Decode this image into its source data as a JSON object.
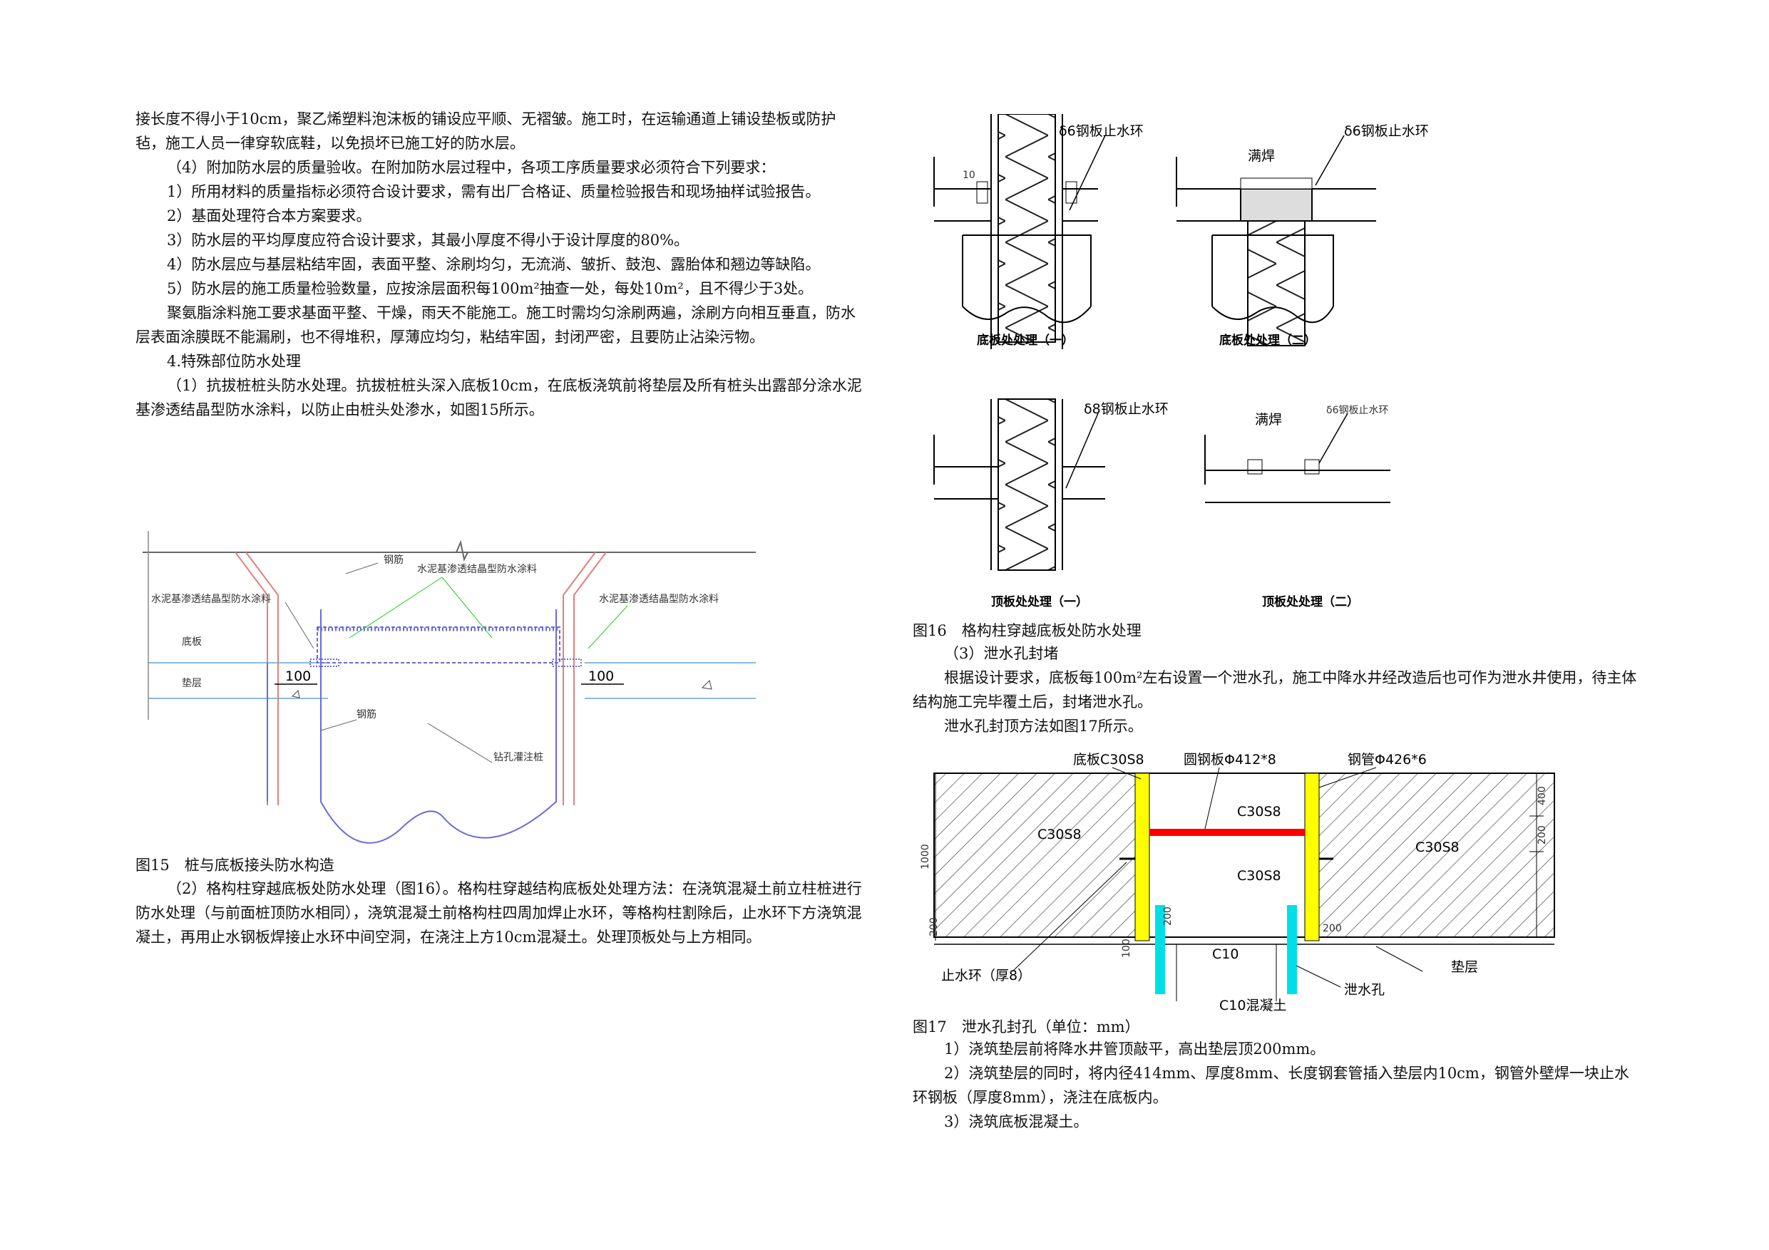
{
  "left": {
    "paras": [
      "接长度不得小于10cm，聚乙烯塑料泡沫板的铺设应平顺、无褶皱。施工时，在运输通道上铺设垫板或防护毡，施工人员一律穿软底鞋，以免损坏已施工好的防水层。",
      "（4）附加防水层的质量验收。在附加防水层过程中，各项工序质量要求必须符合下列要求：",
      "1）所用材料的质量指标必须符合设计要求，需有出厂合格证、质量检验报告和现场抽样试验报告。",
      "2）基面处理符合本方案要求。",
      "3）防水层的平均厚度应符合设计要求，其最小厚度不得小于设计厚度的80%。",
      "4）防水层应与基层粘结牢固，表面平整、涂刷均匀，无流淌、皱折、鼓泡、露胎体和翘边等缺陷。",
      "5）防水层的施工质量检验数量，应按涂层面积每100m²抽查一处，每处10m²，且不得少于3处。",
      "聚氨脂涂料施工要求基面平整、干燥，雨天不能施工。施工时需均匀涂刷两遍，涂刷方向相互垂直，防水层表面涂膜既不能漏刷，也不得堆积，厚薄应均匀，粘结牢固，封闭严密，且要防止沾染污物。",
      "4.特殊部位防水处理",
      "（1）抗拔桩桩头防水处理。抗拔桩桩头深入底板10cm，在底板浇筑前将垫层及所有桩头出露部分涂水泥基渗透结晶型防水涂料，以防止由桩头处渗水，如图15所示。"
    ],
    "fig15": {
      "label_rebar_top": "钢筋",
      "label_coating_center": "水泥基渗透结晶型防水涂料",
      "label_coating_left": "水泥基渗透结晶型防水涂料",
      "label_coating_right": "水泥基渗透结晶型防水涂料",
      "label_slab": "底板",
      "label_cushion": "垫层",
      "dim_left": "100",
      "dim_right": "100",
      "label_rebar_mid": "钢筋",
      "label_pile": "钻孔灌注桩",
      "caption": "图15　桩与底板接头防水构造"
    },
    "paras2": [
      "（2）格构柱穿越底板处防水处理（图16）。格构柱穿越结构底板处处理方法：在浇筑混凝土前立柱桩进行防水处理（与前面桩顶防水相同），浇筑混凝土前格构柱四周加焊止水环，等格构柱割除后，止水环下方浇筑混凝土，再用止水钢板焊接止水环中间空洞，在浇注上方10cm混凝土。处理顶板处与上方相同。"
    ]
  },
  "right": {
    "fig16": {
      "a_label": "δ6钢板止水环",
      "a_caption": "底板处处理（一）",
      "b_label": "δ6钢板止水环",
      "b_weld": "满焊",
      "b_caption": "底板处处理（二）",
      "c_label": "δ8钢板止水环",
      "c_caption": "顶板处处理（一）",
      "d_weld": "满焊",
      "d_label": "δ6钢板止水环",
      "d_caption": "顶板处处理（二）",
      "dim10": "10",
      "caption": "图16　格构柱穿越底板处防水处理"
    },
    "paras": [
      "（3）泄水孔封堵",
      "根据设计要求，底板每100m²左右设置一个泄水孔，施工中降水井经改造后也可作为泄水井使用，待主体结构施工完毕覆土后，封堵泄水孔。",
      "泄水孔封顶方法如图17所示。"
    ],
    "fig17": {
      "label_slab": "底板C30S8",
      "label_plate": "圆钢板Φ412*8",
      "label_pipe": "钢管Φ426*6",
      "label_c30_left": "C30S8",
      "label_c30_top": "C30S8",
      "label_c30_mid": "C30S8",
      "label_c30_right": "C30S8",
      "label_c10": "C10",
      "label_ring": "止水环（厚8）",
      "label_cushion": "垫层",
      "label_drain": "泄水孔",
      "label_c10_concrete": "C10混凝土",
      "dim_1000": "1000",
      "dim_400": "400",
      "dim_200a": "200",
      "dim_200b": "200",
      "dim_200c": "200",
      "dim_100": "100",
      "dim_200d": "200",
      "caption": "图17　泄水孔封孔（单位：mm）"
    },
    "paras2": [
      "1）浇筑垫层前将降水井管顶敲平，高出垫层顶200mm。",
      "2）浇筑垫层的同时，将内径414mm、厚度8mm、长度钢套管插入垫层内10cm，钢管外壁焊一块止水环钢板（厚度8mm），浇注在底板内。",
      "3）浇筑底板混凝土。"
    ]
  }
}
